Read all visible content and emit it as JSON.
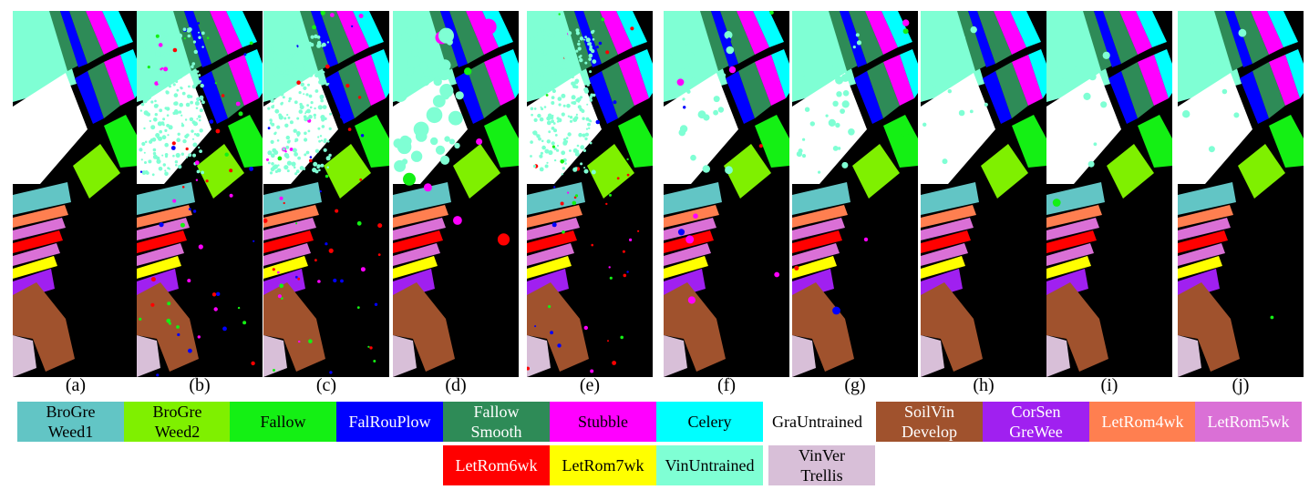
{
  "panels": [
    {
      "label": "(a)",
      "noise": "none"
    },
    {
      "label": "(b)",
      "noise": "heavy"
    },
    {
      "label": "(c)",
      "noise": "heavy"
    },
    {
      "label": "(d)",
      "noise": "blobs"
    },
    {
      "label": "(e)",
      "noise": "heavy"
    },
    {
      "label": "(f)",
      "noise": "medium"
    },
    {
      "label": "(g)",
      "noise": "medium"
    },
    {
      "label": "(h)",
      "noise": "light"
    },
    {
      "label": "(i)",
      "noise": "light"
    },
    {
      "label": "(j)",
      "noise": "light"
    }
  ],
  "legend": [
    {
      "label": "BroGre\nWeed1",
      "color": "#62c5c5",
      "text_color": "#000000"
    },
    {
      "label": "BroGre\nWeed2",
      "color": "#7ff000",
      "text_color": "#000000"
    },
    {
      "label": "Fallow",
      "color": "#14f014",
      "text_color": "#000000"
    },
    {
      "label": "FalRouPlow",
      "color": "#0000ff",
      "text_color": "#ffffff"
    },
    {
      "label": "Fallow\nSmooth",
      "color": "#2e8b57",
      "text_color": "#ffffff"
    },
    {
      "label": "Stubble",
      "color": "#ff00ff",
      "text_color": "#000000"
    },
    {
      "label": "Celery",
      "color": "#00ffff",
      "text_color": "#000000"
    },
    {
      "label": "GraUntrained",
      "color": "#ffffff",
      "text_color": "#000000"
    },
    {
      "label": "SoilVin\nDevelop",
      "color": "#a0522d",
      "text_color": "#ffffff"
    },
    {
      "label": "CorSen\nGreWee",
      "color": "#a020f0",
      "text_color": "#ffffff"
    },
    {
      "label": "LetRom4wk",
      "color": "#ff7f50",
      "text_color": "#ffffff"
    },
    {
      "label": "LetRom5wk",
      "color": "#da70d6",
      "text_color": "#ffffff"
    },
    {
      "label": "LetRom6wk",
      "color": "#ff0000",
      "text_color": "#ffffff"
    },
    {
      "label": "LetRom7wk",
      "color": "#ffff00",
      "text_color": "#000000"
    },
    {
      "label": "VinUntrained",
      "color": "#7fffd4",
      "text_color": "#000000"
    },
    {
      "label": "VinVer\nTrellis",
      "color": "#d8bfd8",
      "text_color": "#000000"
    }
  ]
}
